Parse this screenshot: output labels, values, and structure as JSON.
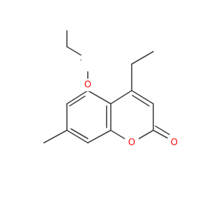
{
  "molecule": {
    "atoms": [
      {
        "id": "O_ethoxy",
        "label": "O",
        "color": "#ff0d0d"
      },
      {
        "id": "O_ring",
        "label": "O",
        "color": "#ff0d0d"
      },
      {
        "id": "O_carbonyl",
        "label": "O",
        "color": "#ff0d0d"
      }
    ],
    "bond_color": "#404040",
    "background": "#ffffff"
  }
}
